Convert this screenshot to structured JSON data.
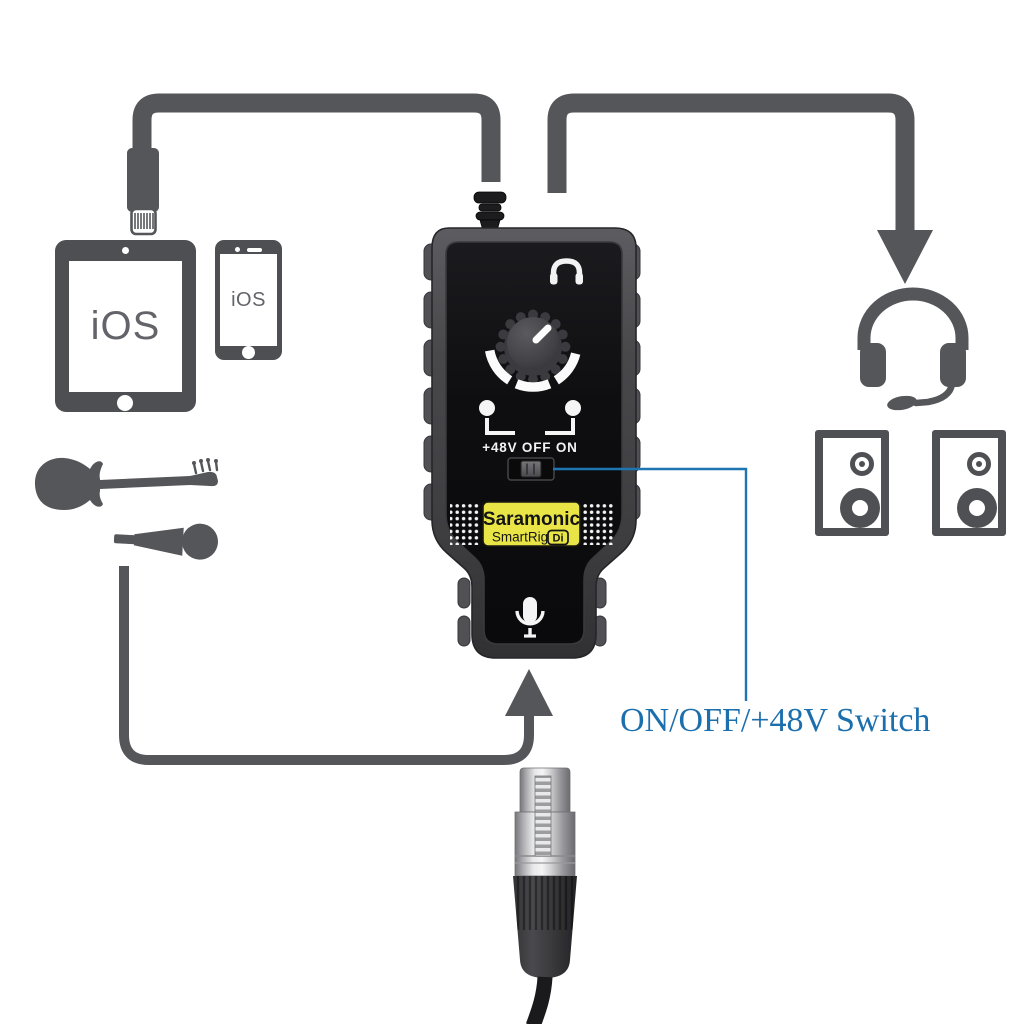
{
  "page": {
    "background": "#ffffff"
  },
  "colors": {
    "icon_gray": "#55565a",
    "accent_blue": "#1d76b2",
    "label_yellow": "#e9e547",
    "device_face_black": "#0e0e10",
    "device_body_gray": "#47474a",
    "xlr_metal": "#d9d9db"
  },
  "sources": {
    "ipad": {
      "label": "iOS"
    },
    "iphone": {
      "label": "iOS"
    }
  },
  "interface": {
    "brand": "Saramonic",
    "model": "SmartRig",
    "model_badge": "Di",
    "switch_legend": "+48V OFF ON"
  },
  "callout": {
    "label": "ON/OFF/+48V Switch"
  },
  "icons": {
    "lightning-connector-icon": "apple lightning plug silhouette",
    "ipad-icon": "tablet outline",
    "iphone-icon": "smartphone outline",
    "guitar-icon": "electric bass guitar silhouette",
    "microphone-icon": "handheld microphone silhouette",
    "headphone-icon": "headphones glyph",
    "mic-input-icon": "studio microphone glyph",
    "arrow-down-icon": "triangle arrowhead down",
    "arrow-up-icon": "triangle arrowhead up",
    "headset-icon": "headset with boom mic",
    "speaker-icon": "monitor speaker outline",
    "xlr-connector": "female XLR cable connector",
    "gain-knob": "knurled rotary knob with indicator"
  }
}
